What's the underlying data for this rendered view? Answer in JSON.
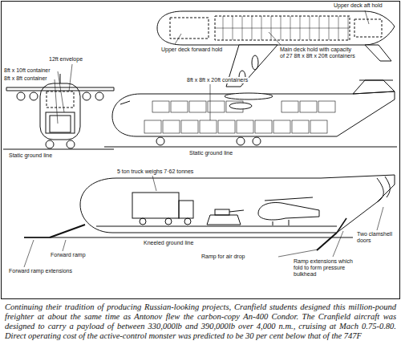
{
  "diagram": {
    "caption": "Continuing their tradition of producing Russian-looking projects, Cranfield students designed this million-pound freighter at about the same time as Antonov flew the carbon-copy An-400 Condor. The Cranfield aircraft was designed to carry a payload of between 330,000lb and 390,000lb over 4,000 n.m., cruising at Mach 0.75-0.80. Direct operating cost of the active-control monster was predicted to be 30 per cent below that of the 747F",
    "labels": [
      "Upper deck forward hold",
      "Main deck hold with capacity of 27 8ft x 8ft x 20ft containers",
      "Upper deck aft hold",
      "12ft envelope",
      "8ft x 10ft container",
      "8ft x 8ft container",
      "8ft x 8ft x 20ft containers",
      "Static ground line",
      "Static ground line",
      "5 ton truck weighs 7·62 tonnes",
      "Forward ramp",
      "Forward ramp extensions",
      "Kneeled ground line",
      "Ramp for air drop",
      "Ramp extensions which fold to form pressure bulkhead",
      "Two clamshell doors"
    ]
  }
}
